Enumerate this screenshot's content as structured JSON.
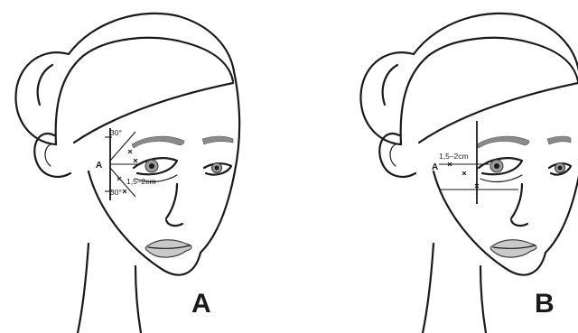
{
  "panels": [
    {
      "id": "A",
      "panel_label": "A",
      "point_label": "A",
      "angle_top": "30°",
      "angle_bottom": "30°",
      "distance": "1,5–2cm"
    },
    {
      "id": "B",
      "panel_label": "B",
      "point_label": "A",
      "distance": "1,5–2cm"
    }
  ],
  "colors": {
    "ink": "#1a1a1a",
    "shading": "#8a8a8a",
    "lip": "#c9c9c9"
  }
}
